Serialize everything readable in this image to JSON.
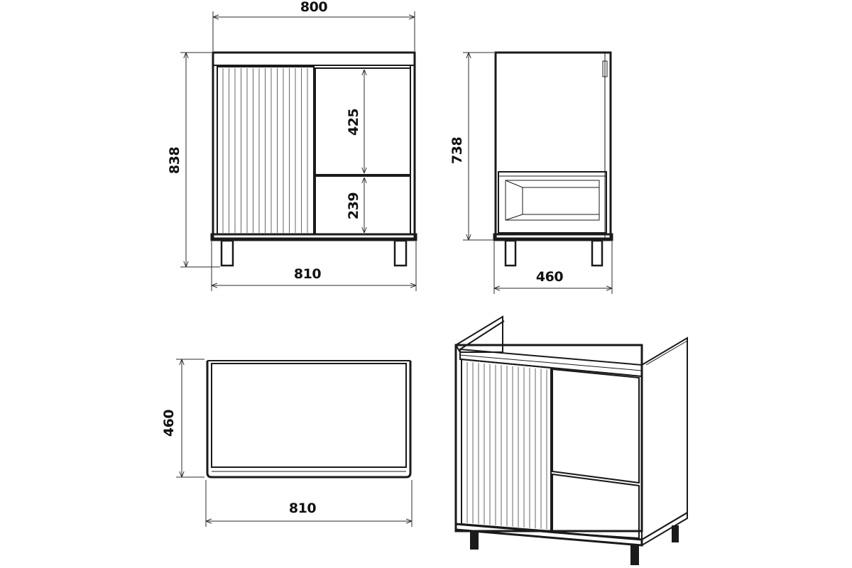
{
  "dimensions": {
    "front_top_width": "800",
    "front_overall_height": "838",
    "front_upper_drawer": "425",
    "front_lower_drawer": "239",
    "front_base_width": "810",
    "side_height": "738",
    "side_depth": "460",
    "plan_depth": "460",
    "plan_width": "810"
  },
  "icons": {
    "front_view": "cabinet-front-view",
    "side_view": "cabinet-side-view",
    "plan_view": "cabinet-plan-view",
    "iso_view": "cabinet-isometric-view"
  }
}
